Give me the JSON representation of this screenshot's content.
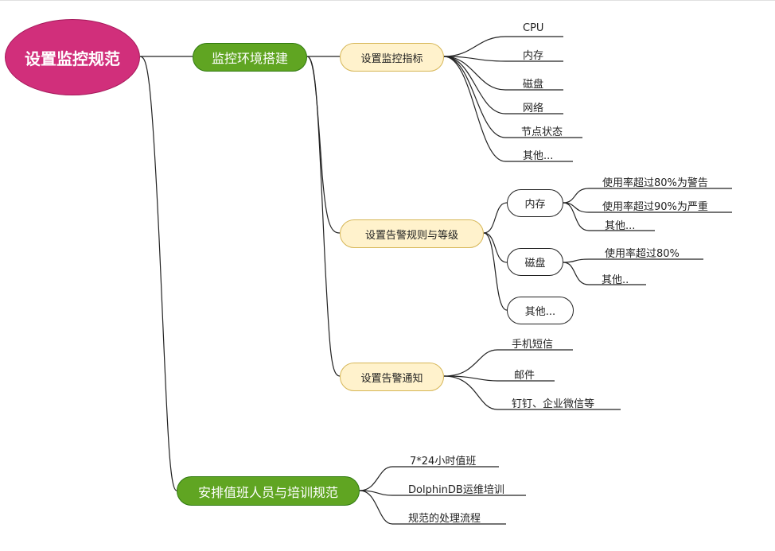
{
  "root": {
    "label": "设置监控规范",
    "color": "#d12f7b"
  },
  "branches": [
    {
      "label": "监控环境搭建",
      "color": "#60a522",
      "children": [
        {
          "label": "设置监控指标",
          "leaves": [
            "CPU",
            "内存",
            "磁盘",
            "网络",
            "节点状态",
            "其他..."
          ]
        },
        {
          "label": "设置告警规则与等级",
          "groups": [
            {
              "label": "内存",
              "leaves": [
                "使用率超过80%为警告",
                "使用率超过90%为严重",
                "其他..."
              ]
            },
            {
              "label": "磁盘",
              "leaves": [
                "使用率超过80%",
                "其他.."
              ]
            },
            {
              "label": "其他...",
              "leaves": []
            }
          ]
        },
        {
          "label": "设置告警通知",
          "leaves": [
            "手机短信",
            "邮件",
            "钉钉、企业微信等"
          ]
        }
      ]
    },
    {
      "label": "安排值班人员与培训规范",
      "color": "#60a522",
      "leaves": [
        "7*24小时值班",
        "DolphinDB运维培训",
        "规范的处理流程"
      ]
    }
  ],
  "colors": {
    "level2_fill": "#fff2cc",
    "level2_border": "#d6b656",
    "edge": "#222222"
  }
}
